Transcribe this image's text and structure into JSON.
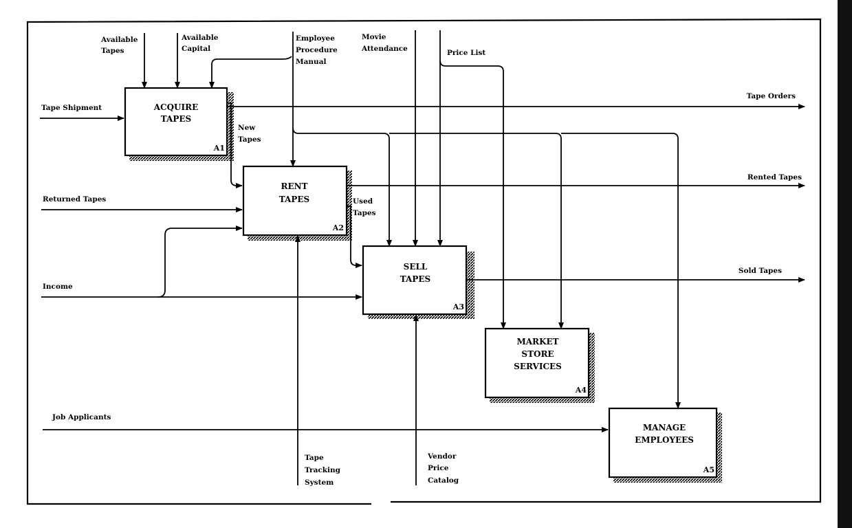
{
  "functions": [
    {
      "id": "a1",
      "lines": [
        "ACQUIRE",
        "TAPES"
      ],
      "node": "A1"
    },
    {
      "id": "a2",
      "lines": [
        "RENT",
        "TAPES"
      ],
      "node": "A2"
    },
    {
      "id": "a3",
      "lines": [
        "SELL",
        "TAPES"
      ],
      "node": "A3"
    },
    {
      "id": "a4",
      "lines": [
        "MARKET",
        "STORE",
        "SERVICES"
      ],
      "node": "A4"
    },
    {
      "id": "a5",
      "lines": [
        "MANAGE",
        "EMPLOYEES"
      ],
      "node": "A5"
    }
  ],
  "labels": {
    "available_tapes": [
      "Available",
      "Tapes"
    ],
    "available_capital": [
      "Available",
      "Capital"
    ],
    "employee_manual": [
      "Employee",
      "Procedure",
      "Manual"
    ],
    "movie_attendance": [
      "Movie",
      "Attendance"
    ],
    "price_list": [
      "Price List"
    ],
    "tape_shipment": [
      "Tape Shipment"
    ],
    "new_tapes": [
      "New",
      "Tapes"
    ],
    "returned_tapes": [
      "Returned Tapes"
    ],
    "used_tapes": [
      "Used",
      "Tapes"
    ],
    "income": [
      "Income"
    ],
    "job_applicants": [
      "Job Applicants"
    ],
    "tape_orders": [
      "Tape Orders"
    ],
    "rented_tapes": [
      "Rented Tapes"
    ],
    "sold_tapes": [
      "Sold Tapes"
    ],
    "tape_tracking": [
      "Tape",
      "Tracking",
      "System"
    ],
    "vendor_catalog": [
      "Vendor",
      "Price",
      "Catalog"
    ]
  },
  "colors": {
    "ink": "#000000",
    "paper": "#ffffff"
  }
}
